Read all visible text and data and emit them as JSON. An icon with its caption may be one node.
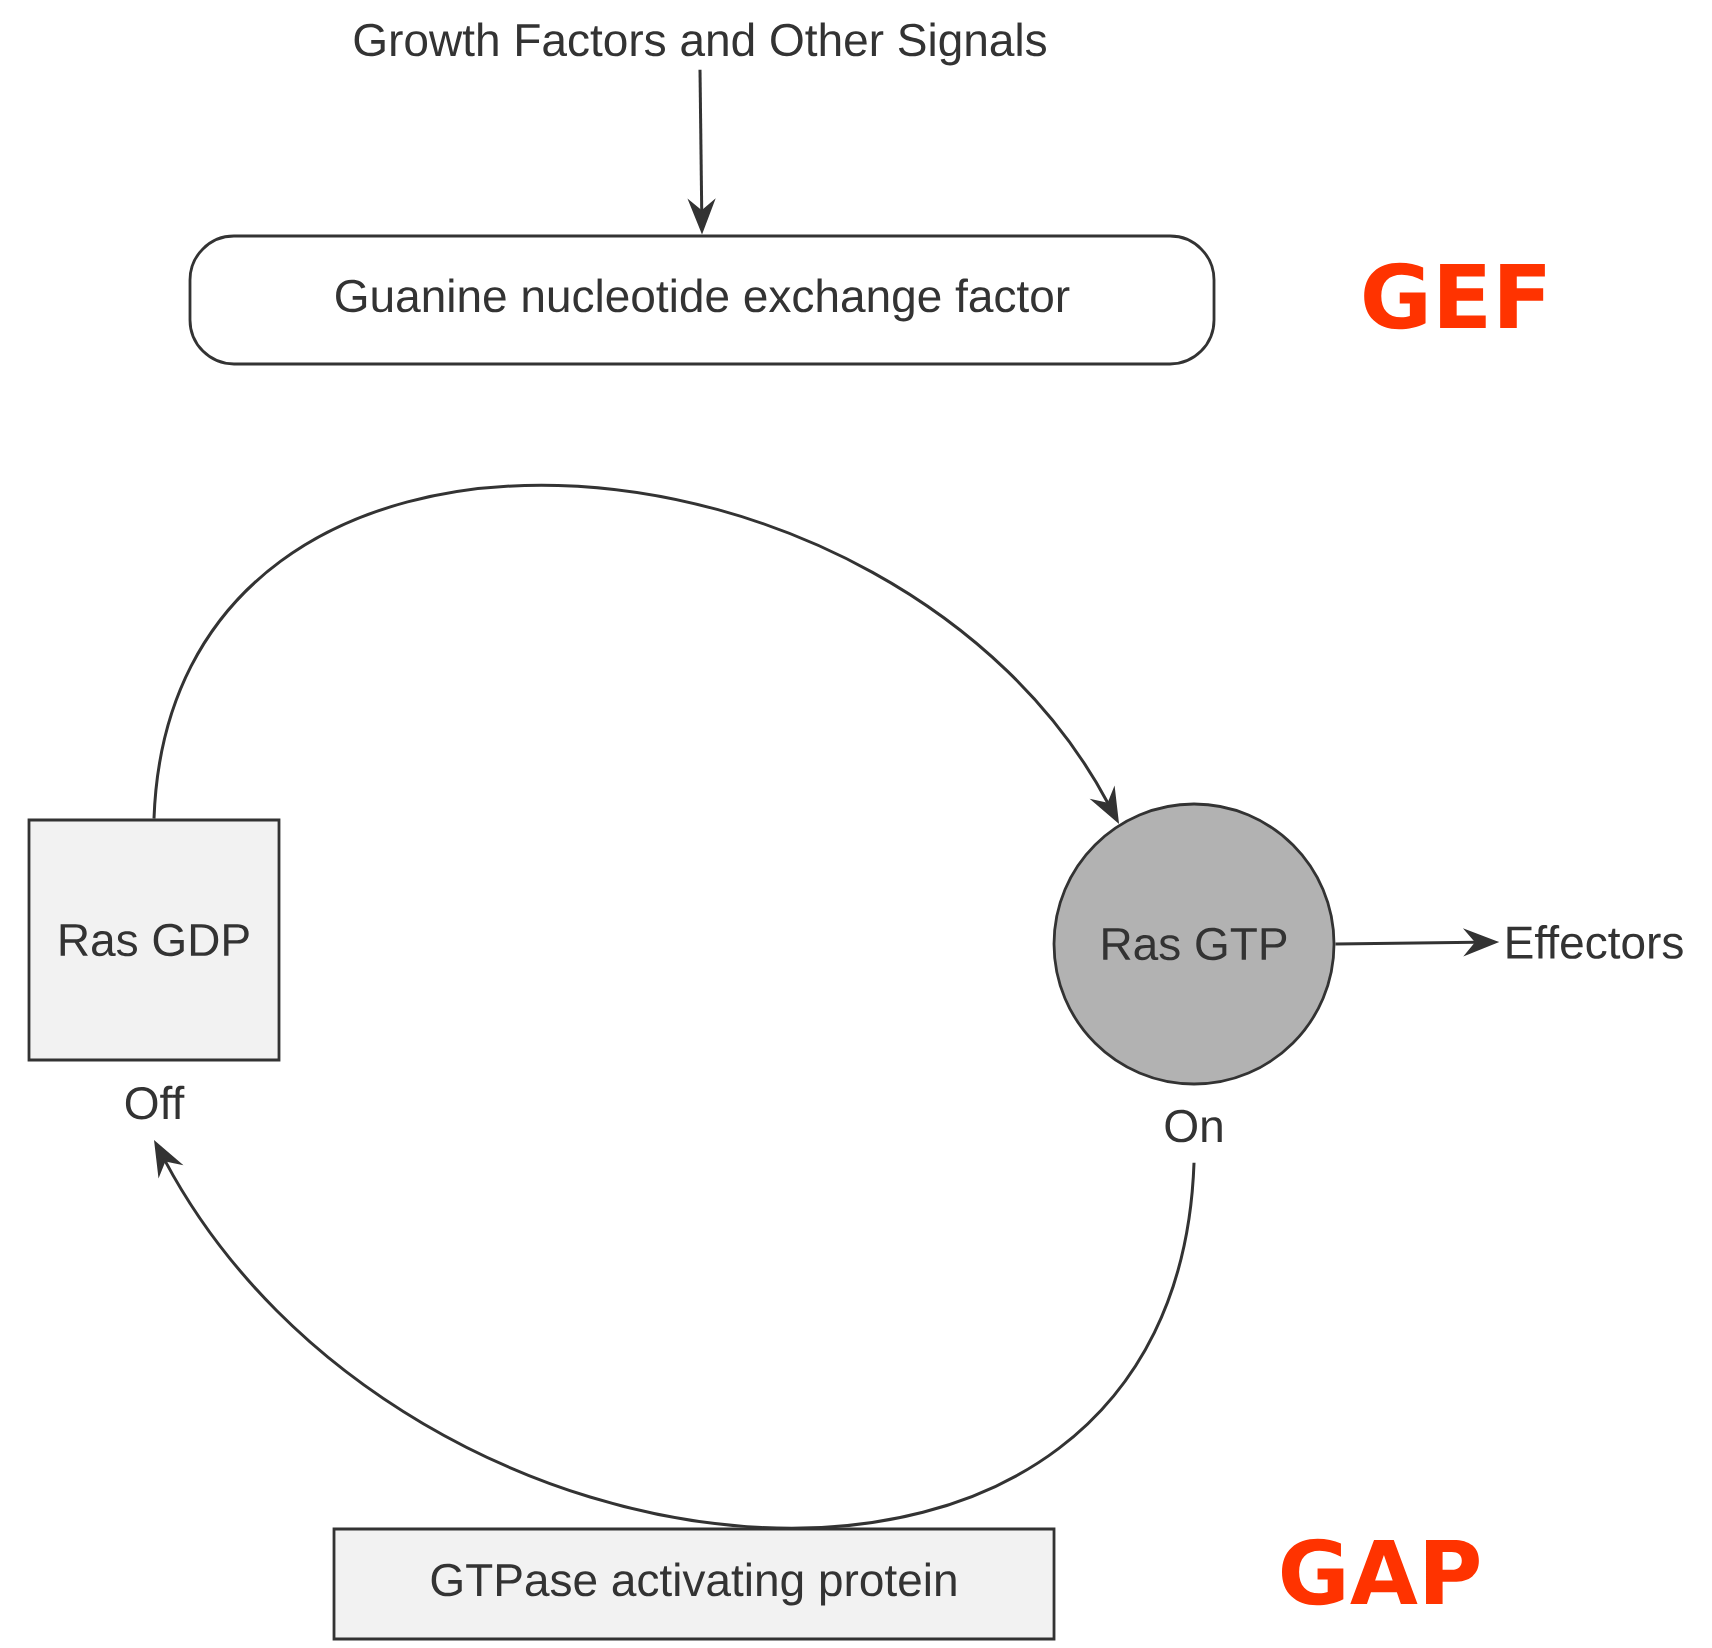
{
  "diagram": {
    "nodes": [
      {
        "text": [
          "Growth Factors and Other Signals"
        ]
      },
      {
        "text": [
          "Guanine nucleotide exchange factor"
        ]
      },
      {
        "text": [
          "Ras GDP"
        ],
        "beside": [
          "Off"
        ]
      },
      {
        "text": [
          "Ras GTP"
        ],
        "beside": [
          "On"
        ]
      },
      {
        "text": [
          "Effectors"
        ]
      },
      {
        "text": [
          "GTPase activating protein"
        ]
      }
    ],
    "edges": [
      {
        "from": 0,
        "to": 1,
        "arrow": "to"
      },
      {
        "from": 2,
        "to": 3,
        "arrow": "to"
      },
      {
        "from": 3,
        "to": 2,
        "arrow": "to"
      },
      {
        "from": 3,
        "to": 4,
        "arrow": "to"
      }
    ],
    "labels": [
      "GEF",
      "GAP"
    ]
  }
}
